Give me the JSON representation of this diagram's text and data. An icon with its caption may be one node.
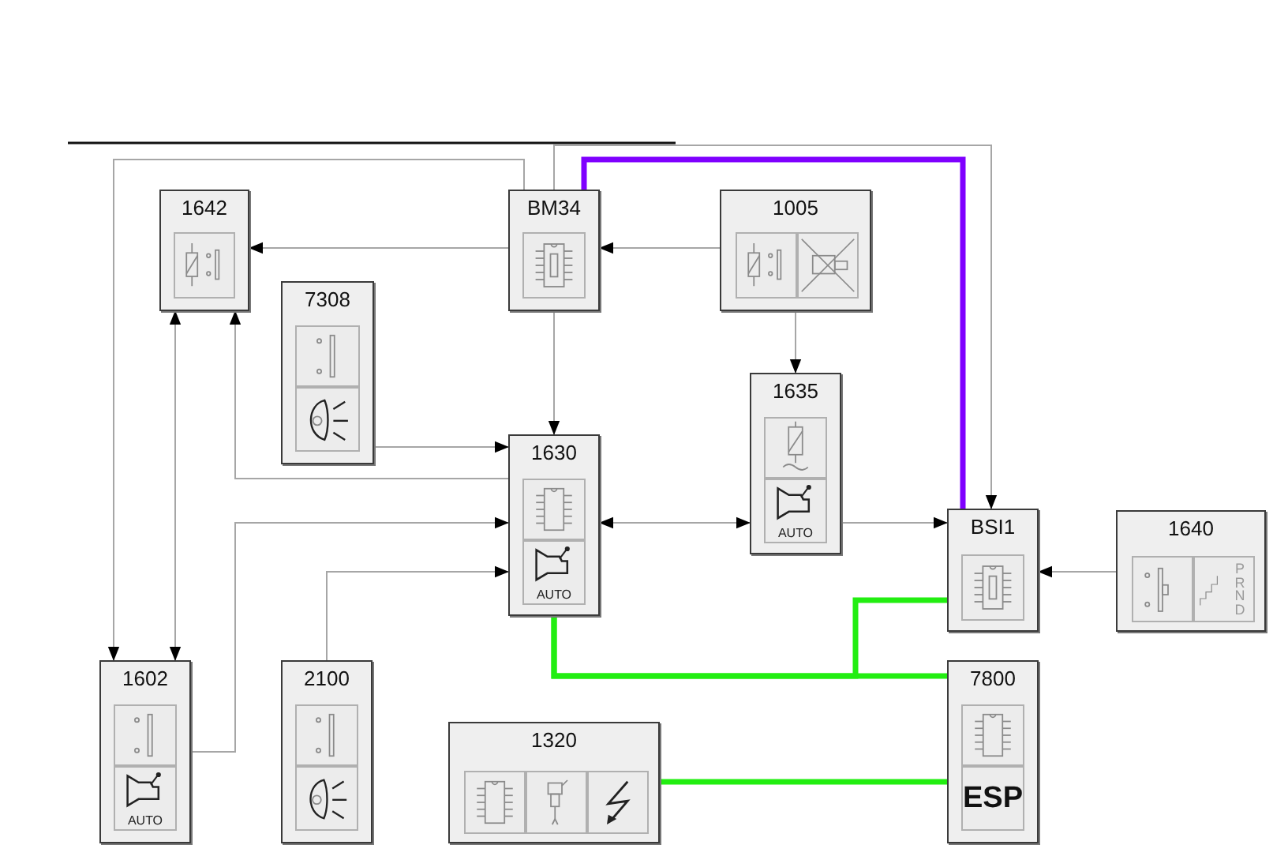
{
  "diagram": {
    "nodes": [
      {
        "text": [
          "1642"
        ]
      },
      {
        "text": [
          "BM34"
        ]
      },
      {
        "text": [
          "1005"
        ]
      },
      {
        "text": [
          "7308"
        ]
      },
      {
        "text": [
          "1630",
          "AUTO"
        ]
      },
      {
        "text": [
          "1635",
          "AUTO"
        ]
      },
      {
        "text": [
          "BSI1"
        ]
      },
      {
        "text": [
          "1640",
          "P R N D"
        ]
      },
      {
        "text": [
          "1602",
          "AUTO"
        ]
      },
      {
        "text": [
          "2100"
        ]
      },
      {
        "text": [
          "1320"
        ]
      },
      {
        "text": [
          "7800",
          "ESP"
        ]
      }
    ],
    "edges": [
      {
        "from": 1,
        "to": 0,
        "arrow": "to"
      },
      {
        "from": 2,
        "to": 1,
        "arrow": "to"
      },
      {
        "from": 1,
        "to": 4,
        "arrow": "to"
      },
      {
        "from": 2,
        "to": 5,
        "arrow": "to"
      },
      {
        "from": 3,
        "to": 4,
        "arrow": "to"
      },
      {
        "from": 4,
        "to": 5,
        "arrow": "both"
      },
      {
        "from": 5,
        "to": 6,
        "arrow": "to"
      },
      {
        "from": 7,
        "to": 6,
        "arrow": "to"
      },
      {
        "from": 1,
        "to": 6,
        "arrow": "none",
        "style": "thick",
        "color": "#7f00ff"
      },
      {
        "from": 1,
        "to": 6,
        "arrow": "to"
      },
      {
        "from": 1,
        "to": 8,
        "arrow": "to"
      },
      {
        "from": 0,
        "to": 8,
        "arrow": "both"
      },
      {
        "from": 4,
        "to": 0,
        "arrow": "to"
      },
      {
        "from": 8,
        "to": 4,
        "arrow": "to"
      },
      {
        "from": 9,
        "to": 4,
        "arrow": "to"
      },
      {
        "from": 4,
        "to": 11,
        "arrow": "none",
        "style": "thick",
        "color": "#22ee11"
      },
      {
        "from": 4,
        "to": 6,
        "arrow": "none",
        "style": "thick",
        "color": "#22ee11"
      },
      {
        "from": 10,
        "to": 11,
        "arrow": "none",
        "style": "thick",
        "color": "#22ee11"
      }
    ]
  }
}
